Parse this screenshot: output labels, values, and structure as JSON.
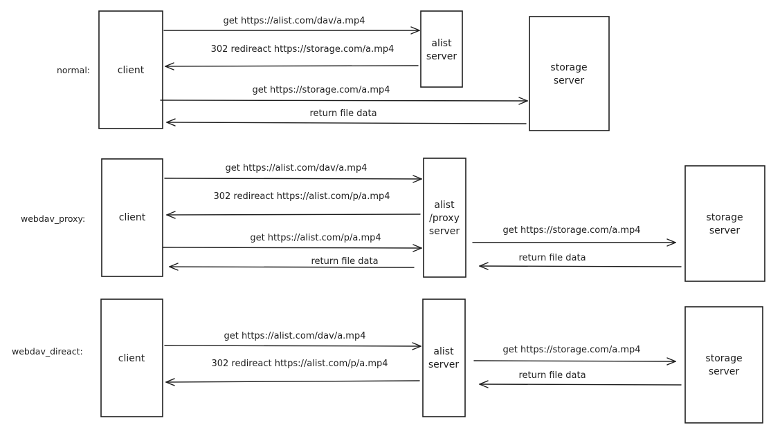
{
  "rows": {
    "normal": {
      "label": "normal:",
      "client": "client",
      "alist": [
        "alist",
        "server"
      ],
      "storage": [
        "storage",
        "server"
      ],
      "messages": [
        "get https://alist.com/dav/a.mp4",
        "302 redireact https://storage.com/a.mp4",
        "get https://storage.com/a.mp4",
        "return file data"
      ]
    },
    "proxy": {
      "label": "webdav_proxy:",
      "client": "client",
      "alist": [
        "alist",
        "/proxy",
        "server"
      ],
      "storage": [
        "storage",
        "server"
      ],
      "messages": [
        "get https://alist.com/dav/a.mp4",
        "302 redireact https://alist.com/p/a.mp4",
        "get https://alist.com/p/a.mp4",
        "return file data",
        "get https://storage.com/a.mp4",
        "return file data"
      ]
    },
    "direct": {
      "label": "webdav_direact:",
      "client": "client",
      "alist": [
        "alist",
        "server"
      ],
      "storage": [
        "storage",
        "server"
      ],
      "messages": [
        "get https://alist.com/dav/a.mp4",
        "302 redireact https://alist.com/p/a.mp4",
        "get https://storage.com/a.mp4",
        "return file data"
      ]
    }
  }
}
